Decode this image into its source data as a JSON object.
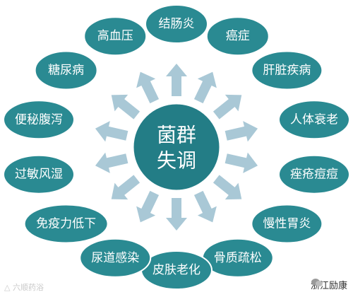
{
  "center": {
    "line1": "菌群",
    "line2": "失调"
  },
  "nodes": [
    "结肠炎",
    "癌症",
    "肝脏疾病",
    "人体衰老",
    "痤疮痘痘",
    "慢性胃炎",
    "骨质疏松",
    "皮肤老化",
    "尿道感染",
    "免疫力低下",
    "过敏风湿",
    "便秘腹泻",
    "糖尿病",
    "高血压"
  ],
  "colors": {
    "node": "#2a8a92",
    "center": "#237d86",
    "arrow": "#a9c8d6",
    "background": "#ffffff"
  },
  "watermarks": {
    "left": "△ 六顺药浴",
    "right": "浙江励康"
  }
}
